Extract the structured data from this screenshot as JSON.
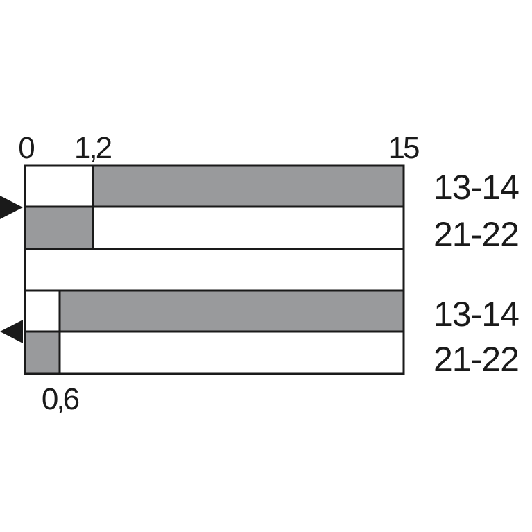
{
  "scale": {
    "start_label": "0",
    "switch_on_label": "1,2",
    "end_label": "15",
    "switch_off_label": "0,6"
  },
  "scale_values": {
    "min": 0,
    "max": 15,
    "switch_on": 1.2,
    "switch_off": 0.6
  },
  "sections": [
    {
      "direction": "rising",
      "rows": [
        {
          "contact": "13-14",
          "active_from": 1.2,
          "active_to": 15
        },
        {
          "contact": "21-22",
          "active_from": 0,
          "active_to": 1.2
        }
      ]
    },
    {
      "direction": "falling",
      "rows": [
        {
          "contact": "13-14",
          "active_from": 0.6,
          "active_to": 15
        },
        {
          "contact": "21-22",
          "active_from": 0,
          "active_to": 0.6
        }
      ]
    }
  ],
  "colors": {
    "active_fill": "#999a9c",
    "inactive_fill": "#ffffff",
    "stroke": "#1a1a1a"
  }
}
